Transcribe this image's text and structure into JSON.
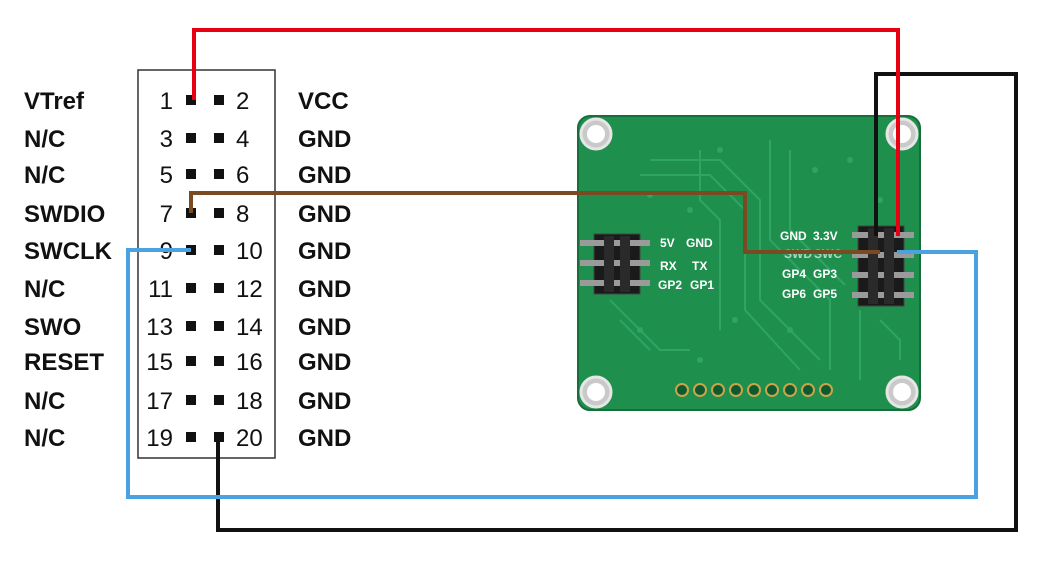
{
  "jtag_header": {
    "rows": [
      {
        "left_label": "VTref",
        "left_num": "1",
        "right_num": "2",
        "right_label": "VCC"
      },
      {
        "left_label": "N/C",
        "left_num": "3",
        "right_num": "4",
        "right_label": "GND"
      },
      {
        "left_label": "N/C",
        "left_num": "5",
        "right_num": "6",
        "right_label": "GND"
      },
      {
        "left_label": "SWDIO",
        "left_num": "7",
        "right_num": "8",
        "right_label": "GND"
      },
      {
        "left_label": "SWCLK",
        "left_num": "9",
        "right_num": "10",
        "right_label": "GND"
      },
      {
        "left_label": "N/C",
        "left_num": "11",
        "right_num": "12",
        "right_label": "GND"
      },
      {
        "left_label": "SWO",
        "left_num": "13",
        "right_num": "14",
        "right_label": "GND"
      },
      {
        "left_label": "RESET",
        "left_num": "15",
        "right_num": "16",
        "right_label": "GND"
      },
      {
        "left_label": "N/C",
        "left_num": "17",
        "right_num": "18",
        "right_label": "GND"
      },
      {
        "left_label": "N/C",
        "left_num": "19",
        "right_num": "20",
        "right_label": "GND"
      }
    ]
  },
  "pcb": {
    "left_header_labels": [
      {
        "a": "5V",
        "b": "GND"
      },
      {
        "a": "RX",
        "b": "TX"
      },
      {
        "a": "GP2",
        "b": "GP1"
      }
    ],
    "right_header_labels": [
      {
        "a": "GND",
        "b": "3.3V"
      },
      {
        "a": "SWD",
        "b": "SWC"
      },
      {
        "a": "GP4",
        "b": "GP3"
      },
      {
        "a": "GP6",
        "b": "GP5"
      }
    ]
  },
  "colors": {
    "wire_vcc": "#e60012",
    "wire_gnd": "#111111",
    "wire_swdio": "#7a4a22",
    "wire_swclk": "#4aa3e0",
    "pcb_green": "#1f8f4e",
    "pcb_trace": "#2fa463"
  }
}
